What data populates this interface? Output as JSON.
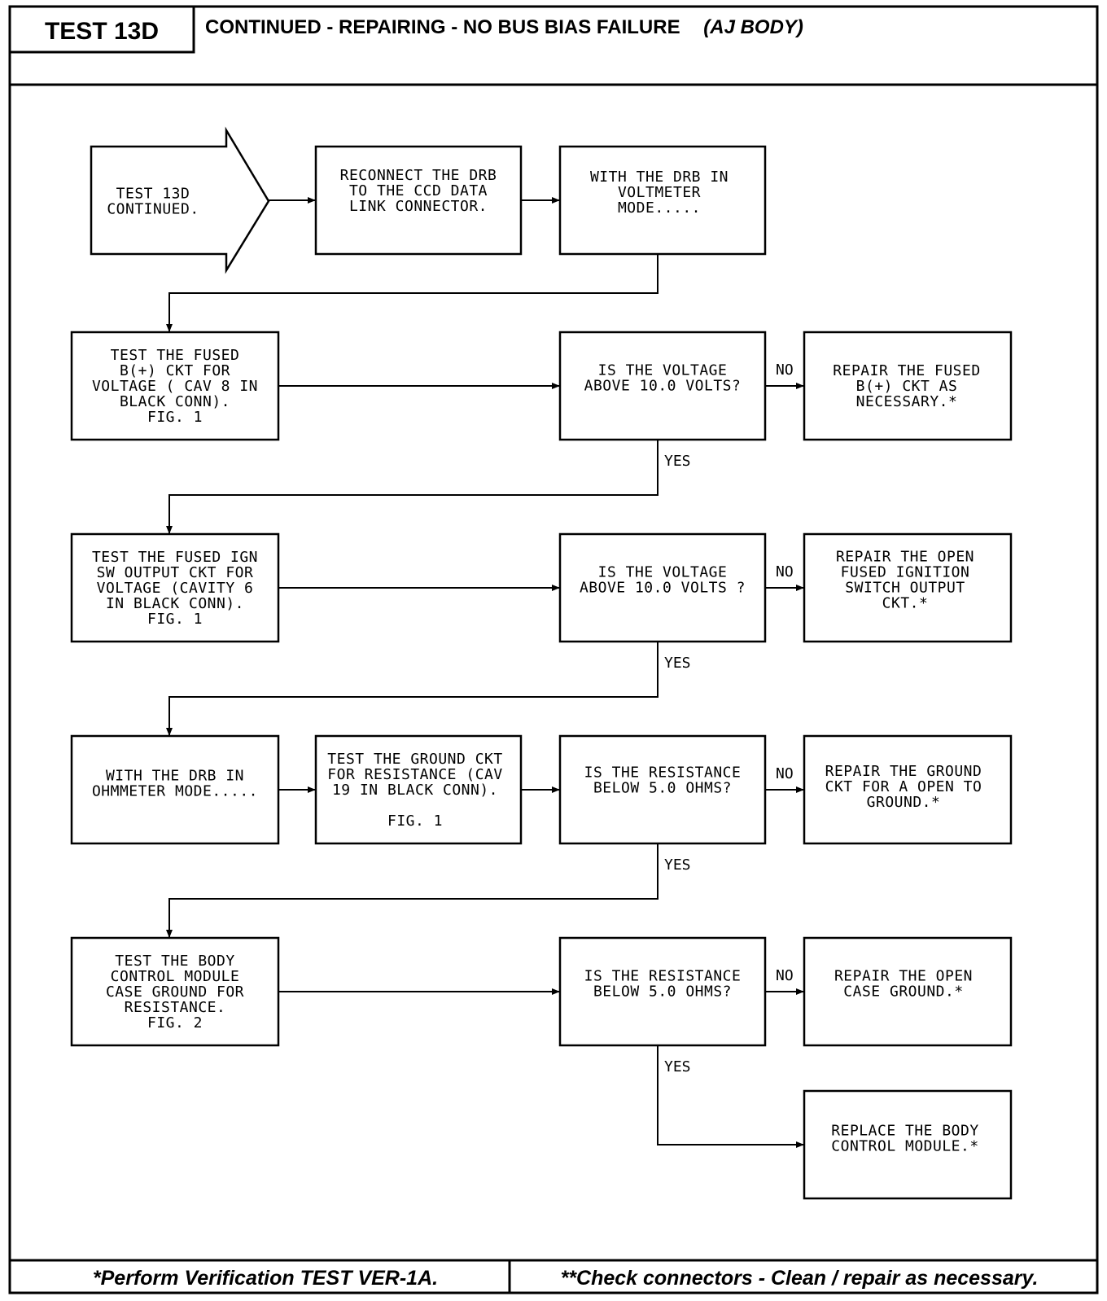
{
  "header": {
    "test_id": "TEST 13D",
    "title": "CONTINUED -  REPAIRING - NO BUS BIAS FAILURE",
    "title_suffix": "(AJ BODY)"
  },
  "nodes": {
    "start": [
      "TEST 13D",
      "CONTINUED."
    ],
    "reconnect": [
      "RECONNECT THE DRB",
      "TO THE CCD DATA",
      "LINK CONNECTOR."
    ],
    "voltmeter_mode": [
      "WITH THE DRB IN",
      "VOLTMETER",
      "MODE....."
    ],
    "test_fused_b": [
      "TEST THE FUSED",
      "B(+) CKT FOR",
      "VOLTAGE ( CAV 8 IN",
      "BLACK CONN).",
      "FIG. 1"
    ],
    "q_voltage_1": [
      "IS THE VOLTAGE",
      "ABOVE 10.0 VOLTS?"
    ],
    "repair_fused_b": [
      "REPAIR THE FUSED",
      "B(+) CKT AS",
      "NECESSARY.*"
    ],
    "test_ign_sw": [
      "TEST THE FUSED IGN",
      "SW OUTPUT CKT FOR",
      "VOLTAGE (CAVITY 6",
      "IN BLACK CONN).",
      "FIG. 1"
    ],
    "q_voltage_2": [
      "IS THE VOLTAGE",
      "ABOVE 10.0 VOLTS ?"
    ],
    "repair_ign_sw": [
      "REPAIR THE OPEN",
      "FUSED IGNITION",
      "SWITCH OUTPUT",
      "CKT.*"
    ],
    "ohmmeter_mode": [
      "WITH THE DRB IN",
      "OHMMETER MODE....."
    ],
    "test_ground": [
      "TEST THE GROUND CKT",
      "FOR RESISTANCE (CAV",
      "19 IN BLACK CONN).",
      "",
      "FIG. 1"
    ],
    "q_resistance_1": [
      "IS THE RESISTANCE",
      "BELOW 5.0 OHMS?"
    ],
    "repair_ground": [
      "REPAIR THE GROUND",
      "CKT FOR A OPEN TO",
      "GROUND.*"
    ],
    "test_case_ground": [
      "TEST THE BODY",
      "CONTROL MODULE",
      "CASE GROUND FOR",
      "RESISTANCE.",
      "FIG. 2"
    ],
    "q_resistance_2": [
      "IS THE RESISTANCE",
      "BELOW 5.0 OHMS?"
    ],
    "repair_case_ground": [
      "REPAIR THE OPEN",
      "CASE GROUND.*"
    ],
    "replace_bcm": [
      "REPLACE THE BODY",
      "CONTROL MODULE.*"
    ]
  },
  "edge_labels": {
    "no": "NO",
    "yes": "YES"
  },
  "footer": {
    "left": "*Perform Verification TEST VER-1A.",
    "right": "**Check connectors - Clean / repair as necessary."
  }
}
